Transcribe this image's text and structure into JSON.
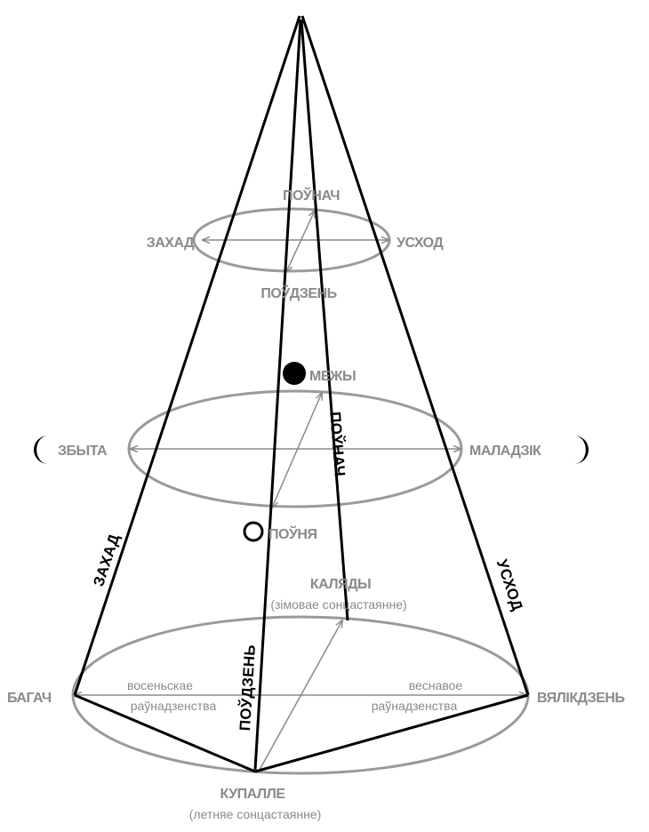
{
  "colors": {
    "black": "#000000",
    "gray": "#8a8a8a",
    "light_gray": "#9a9a9a",
    "background": "#ffffff"
  },
  "top_ring": {
    "north": "ПОЎНАЧ",
    "south": "ПОЎДЗЕНЬ",
    "west": "ЗАХАД",
    "east": "УСХОД"
  },
  "middle_ring": {
    "waning": "ЗБЫТА",
    "waxing": "МАЛАДЗІК",
    "new_moon": "МЕЖЫ",
    "full_moon": "ПОЎНЯ",
    "north_slant": "ПОЎНАЧ"
  },
  "cone_sides": {
    "west": "ЗАХАД",
    "east": "УСХОД",
    "south_slant": "ПОЎДЗЕНЬ"
  },
  "base_ring": {
    "winter_solstice": "КАЛЯДЫ",
    "winter_solstice_note": "(зімовае сонцастаянне)",
    "summer_solstice": "КУПАЛЛЕ",
    "summer_solstice_note": "(летняе сонцастаянне)",
    "autumn_point": "БАГАЧ",
    "spring_point": "ВЯЛІКДЗЕНЬ",
    "autumn_equinox_line1": "восеньскае",
    "autumn_equinox_line2": "раўнадзенства",
    "spring_equinox_line1": "веснавое",
    "spring_equinox_line2": "раўнадзенства"
  },
  "icons": {
    "waning_moon": "crescent-moon-icon",
    "waxing_moon": "crescent-moon-icon",
    "new_moon": "filled-circle-icon",
    "full_moon": "hollow-circle-icon"
  }
}
